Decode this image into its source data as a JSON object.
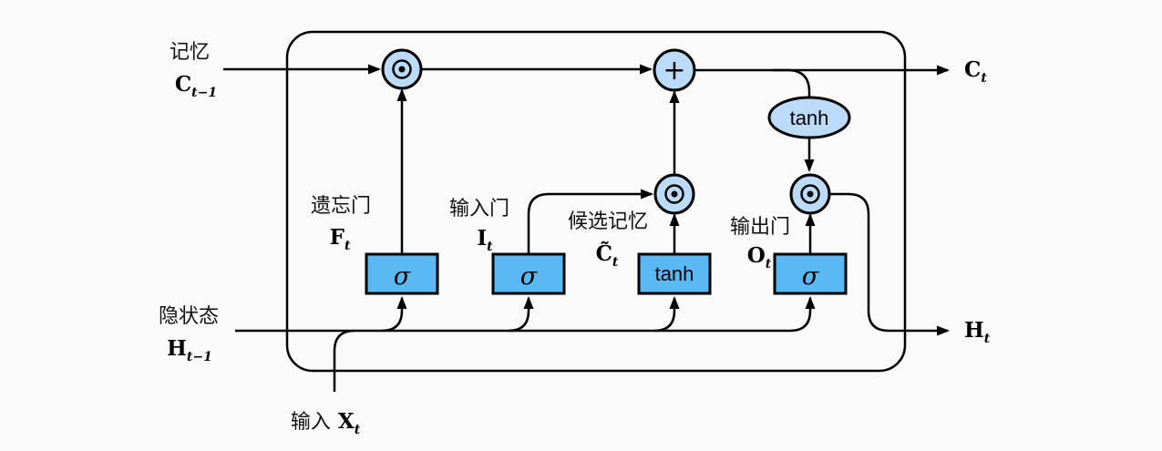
{
  "colors": {
    "background": "#fafafa",
    "gate_fill": "#5ab9f5",
    "node_fill": "#bcdbf8",
    "line": "#000000"
  },
  "external": {
    "memory_in": {
      "caption": "记忆",
      "symbol": "C",
      "subscript": "t−1"
    },
    "hidden_in": {
      "caption": "隐状态",
      "symbol": "H",
      "subscript": "t−1"
    },
    "input": {
      "caption": "输入",
      "symbol": "X",
      "subscript": "t"
    },
    "memory_out": {
      "symbol": "C",
      "subscript": "t"
    },
    "hidden_out": {
      "symbol": "H",
      "subscript": "t"
    }
  },
  "gates": {
    "forget": {
      "caption": "遗忘门",
      "symbol": "F",
      "subscript": "t",
      "activation": "σ"
    },
    "input": {
      "caption": "输入门",
      "symbol": "I",
      "subscript": "t",
      "activation": "σ"
    },
    "candidate": {
      "caption": "候选记忆",
      "symbol": "C̃",
      "subscript": "t",
      "activation": "tanh"
    },
    "output": {
      "caption": "输出门",
      "symbol": "O",
      "subscript": "t",
      "activation": "σ"
    }
  },
  "operators": {
    "elementwise_product": "⊙",
    "add": "+",
    "tanh": "tanh"
  }
}
